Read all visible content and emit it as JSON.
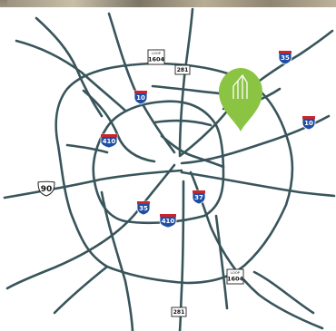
{
  "map": {
    "colors": {
      "road": "#38555b",
      "interstate_blue": "#1f4ea3",
      "interstate_red": "#c8262c",
      "pin_green": "#8bc343"
    },
    "interstate_shields": [
      {
        "id": "i35-ne",
        "number": "35"
      },
      {
        "id": "i10-n",
        "number": "10"
      },
      {
        "id": "i410-w",
        "number": "410"
      },
      {
        "id": "i10-e",
        "number": "10"
      },
      {
        "id": "i35-s",
        "number": "35"
      },
      {
        "id": "i37",
        "number": "37"
      },
      {
        "id": "i410-s",
        "number": "410"
      }
    ],
    "us_shield": {
      "number": "90"
    },
    "state_shields": [
      {
        "id": "sh281-n",
        "number": "281"
      },
      {
        "id": "sh281-s",
        "number": "281"
      }
    ],
    "loop_shields": [
      {
        "id": "loop-n",
        "top": "LOOP",
        "number": "1604"
      },
      {
        "id": "loop-se",
        "top": "LOOP",
        "number": "1604"
      }
    ],
    "pin": {
      "icon": "building-icon"
    }
  }
}
